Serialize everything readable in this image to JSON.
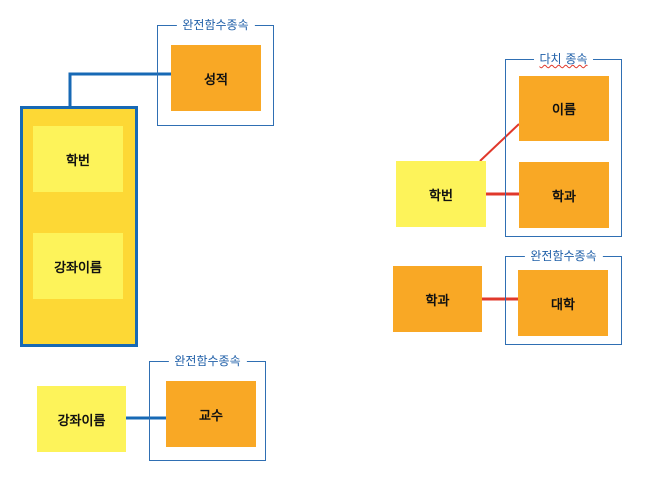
{
  "left_top": {
    "frame_label": "완전함수종속",
    "dependent": "성적",
    "composite_key": [
      "학번",
      "강좌이름"
    ]
  },
  "left_bottom": {
    "frame_label": "완전함수종속",
    "determinant": "강좌이름",
    "dependent": "교수"
  },
  "right_top": {
    "frame_label": "다치 종속",
    "determinant": "학번",
    "dependents": [
      "이름",
      "학과"
    ]
  },
  "right_bottom": {
    "frame_label": "완전함수종속",
    "determinant": "학과",
    "dependent": "대학"
  },
  "colors": {
    "frame_border": "#2f6fb3",
    "label_text": "#1f5fa8",
    "orange_box": "#f9a825",
    "yellow_box": "#fdf35a",
    "composite_fill": "#fdd835",
    "blue_connector": "#1769b5",
    "red_connector": "#e0382b"
  }
}
